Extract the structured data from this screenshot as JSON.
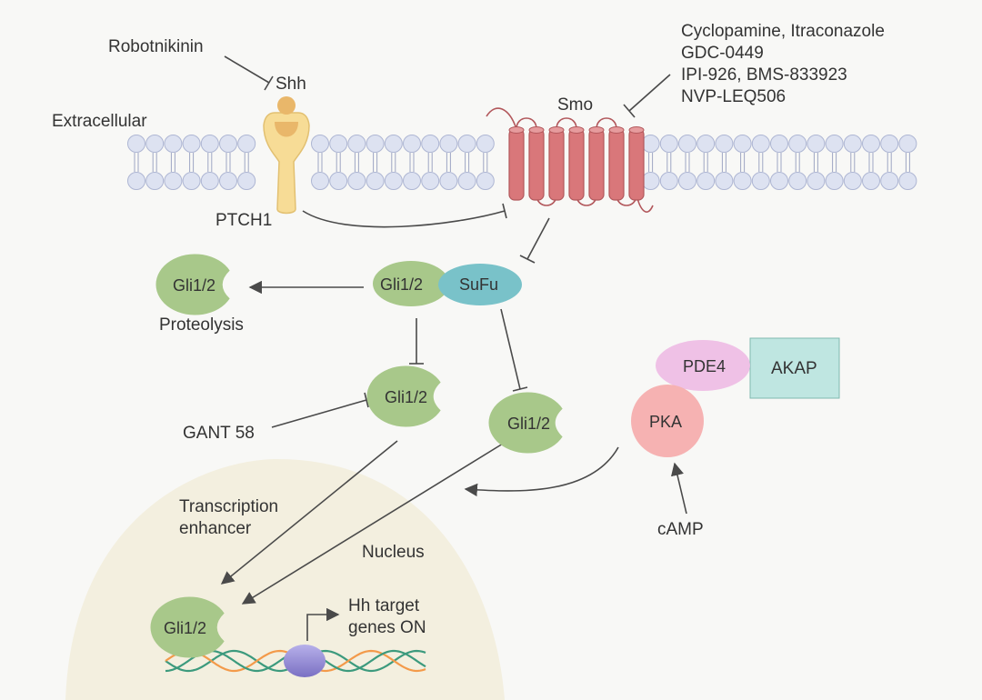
{
  "labels": {
    "robotnikinin": "Robotnikinin",
    "shh": "Shh",
    "extracellular": "Extracellular",
    "ptch1": "PTCH1",
    "smo": "Smo",
    "smo_inhibitors": [
      "Cyclopamine, Itraconazole",
      "GDC-0449",
      "IPI-926, BMS-833923",
      "NVP-LEQ506"
    ],
    "gli_proteolysis": "Gli1/2",
    "proteolysis": "Proteolysis",
    "gli_complex": "Gli1/2",
    "sufu": "SuFu",
    "gli_middle": "Gli1/2",
    "gli_right": "Gli1/2",
    "gant58": "GANT 58",
    "pde4": "PDE4",
    "akap": "AKAP",
    "pka": "PKA",
    "camp": "cAMP",
    "transcription_enhancer": [
      "Transcription",
      "enhancer"
    ],
    "nucleus": "Nucleus",
    "gli_nucleus": "Gli1/2",
    "hh_target": [
      "Hh target",
      "genes ON"
    ]
  },
  "colors": {
    "background": "#f8f8f6",
    "nucleus": "#f3efdf",
    "membrane_head": "#dde2f1",
    "membrane_head_stroke": "#aeb6d3",
    "ptch1": "#f7dc96",
    "shh": "#e9b76a",
    "smo": "#d9777a",
    "smo_stroke": "#b2575b",
    "gli": "#a8c88a",
    "sufu": "#79c2c9",
    "pde4": "#efc1e6",
    "akap": "#bfe6e1",
    "pka": "#f6b2b2",
    "dna_green": "#3c9a7d",
    "dna_orange": "#f39a4a",
    "promoter": "#8f86cf",
    "arrow": "#4a4a4a"
  }
}
